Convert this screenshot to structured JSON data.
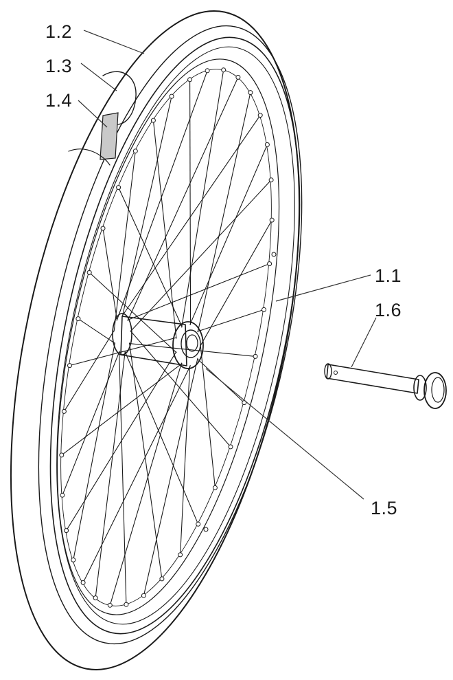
{
  "callouts": {
    "c12": "1.2",
    "c13": "1.3",
    "c14": "1.4",
    "c11": "1.1",
    "c16": "1.6",
    "c15": "1.5"
  },
  "colors": {
    "ink": "#1a1a1a",
    "rim_shade": "#d6d6d6",
    "valve_shade": "#c9c9c9"
  }
}
